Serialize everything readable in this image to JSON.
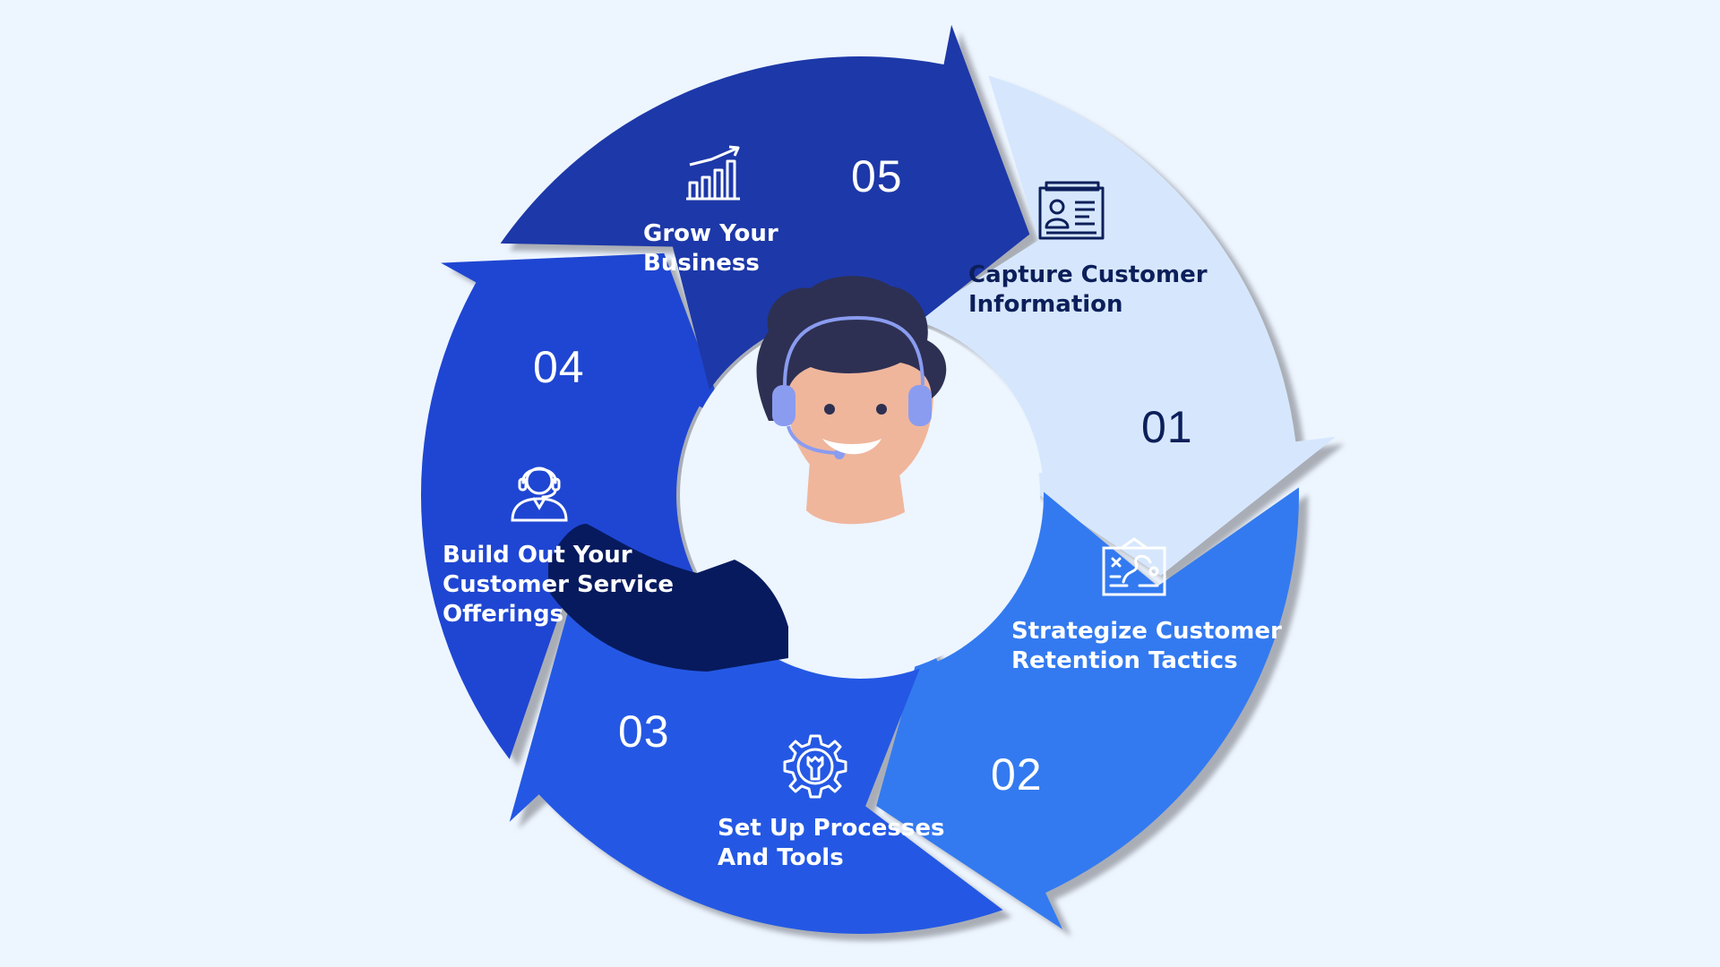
{
  "colors": {
    "background": "#edf5ff",
    "step_01_fill": "#d6e7fd",
    "step_02_fill": "#337af0",
    "step_03_fill": "#2458e4",
    "step_04_fill": "#1f46d2",
    "step_05_fill": "#1d38a8",
    "shadow": "#a9adb6",
    "dark_text": "#0c1f5a",
    "light_text": "#ffffff"
  },
  "center_figure": {
    "description_name": "customer-support-agent-with-headset",
    "hair_color": "#2d3052",
    "skin_color": "#efb69c",
    "shirt_color": "#071a5e",
    "headset_color": "#8a9cf0"
  },
  "steps": [
    {
      "number": "01",
      "label_lines": [
        "Capture Customer",
        "Information"
      ],
      "icon": "customer-id-card-icon"
    },
    {
      "number": "02",
      "label_lines": [
        "Strategize Customer",
        "Retention Tactics"
      ],
      "icon": "strategy-board-icon"
    },
    {
      "number": "03",
      "label_lines": [
        "Set Up Processes",
        "And Tools"
      ],
      "icon": "gear-tools-icon"
    },
    {
      "number": "04",
      "label_lines": [
        "Build Out Your",
        "Customer Service",
        "Offerings"
      ],
      "icon": "support-agent-icon"
    },
    {
      "number": "05",
      "label_lines": [
        "Grow Your",
        "Business"
      ],
      "icon": "growth-chart-icon"
    }
  ]
}
